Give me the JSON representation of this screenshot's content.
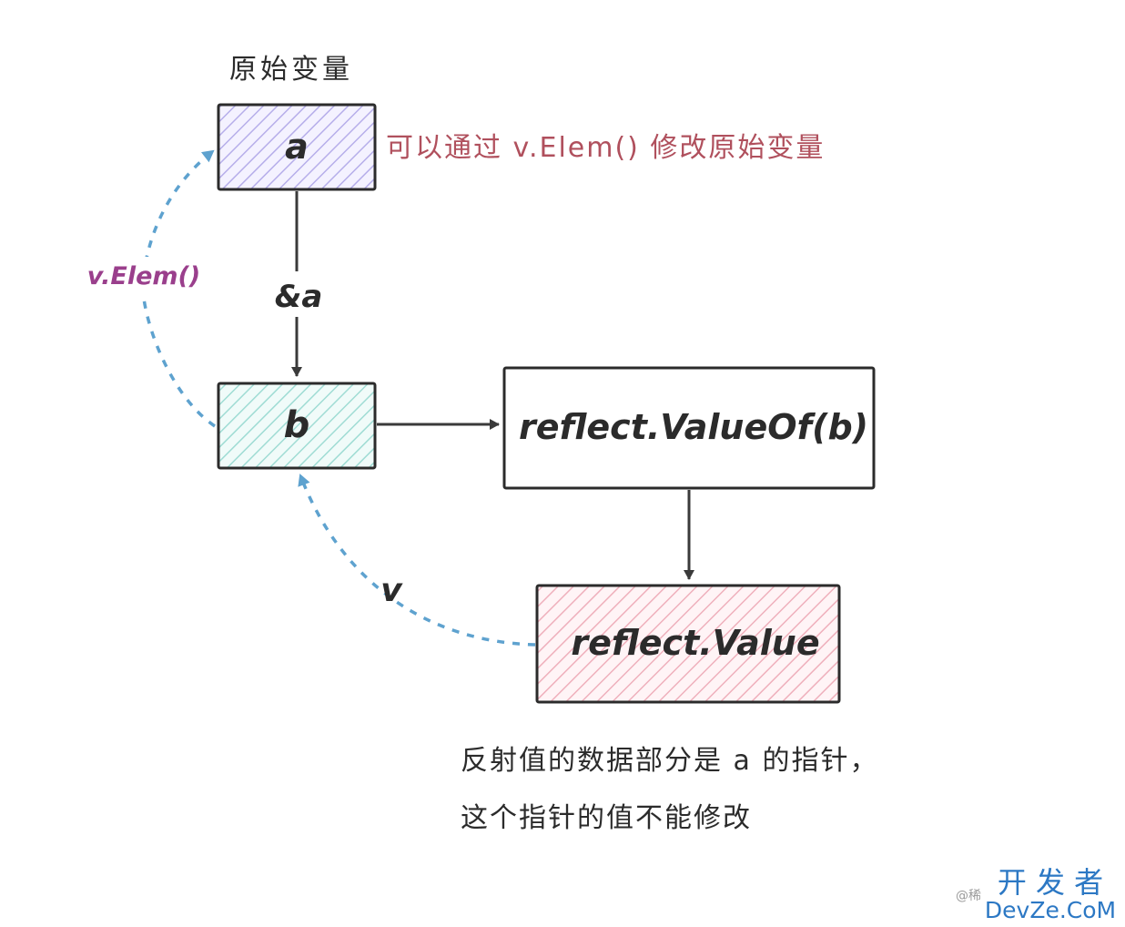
{
  "title": "原始变量",
  "nodes": {
    "a": {
      "label": "a",
      "fill": "#c7c2ef"
    },
    "b": {
      "label": "b",
      "fill": "#a9e3dc"
    },
    "value_of": {
      "label": "reflect.ValueOf(b)"
    },
    "reflect_value": {
      "label": "reflect.Value",
      "fill": "#f4b9c3"
    }
  },
  "edges": {
    "a_to_b": "&a",
    "elem_back": "v.Elem()",
    "v_back": "v"
  },
  "annotations": {
    "modify_note": "可以通过 v.Elem() 修改原始变量",
    "bottom_note_line1": "反射值的数据部分是 a 的指针，",
    "bottom_note_line2": "这个指针的值不能修改"
  },
  "watermark": {
    "at": "@稀",
    "line1": "开 发 者",
    "line2": "DevZe.CoM"
  },
  "colors": {
    "stroke": "#2b2b2b",
    "dashed": "#5ea2cf",
    "note_red": "#b0505d",
    "elem_purple": "#9a3f8c",
    "watermark_blue": "#2c78c4"
  }
}
